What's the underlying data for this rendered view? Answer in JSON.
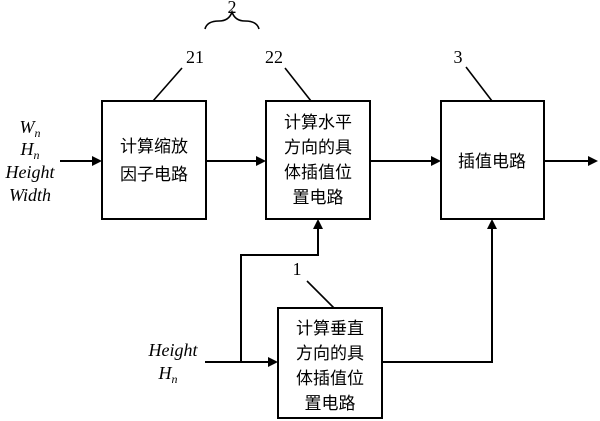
{
  "diagram": {
    "labels": {
      "group": "2",
      "calc_factor": "21",
      "horiz": "22",
      "interp": "3",
      "vert": "1"
    },
    "boxes": {
      "calc_factor": [
        "计算缩放",
        "因子电路"
      ],
      "horiz": [
        "计算水平",
        "方向的具",
        "体插值位",
        "置电路"
      ],
      "interp": [
        "插值电路"
      ],
      "vert": [
        "计算垂直",
        "方向的具",
        "体插值位",
        "置电路"
      ]
    },
    "inputs_top": [
      {
        "base": "W",
        "sub": "n"
      },
      {
        "base": "H",
        "sub": "n"
      },
      {
        "base": "Height",
        "sub": ""
      },
      {
        "base": "Width",
        "sub": ""
      }
    ],
    "inputs_bottom": [
      {
        "base": "Height",
        "sub": ""
      },
      {
        "base": "H",
        "sub": "n"
      }
    ]
  }
}
